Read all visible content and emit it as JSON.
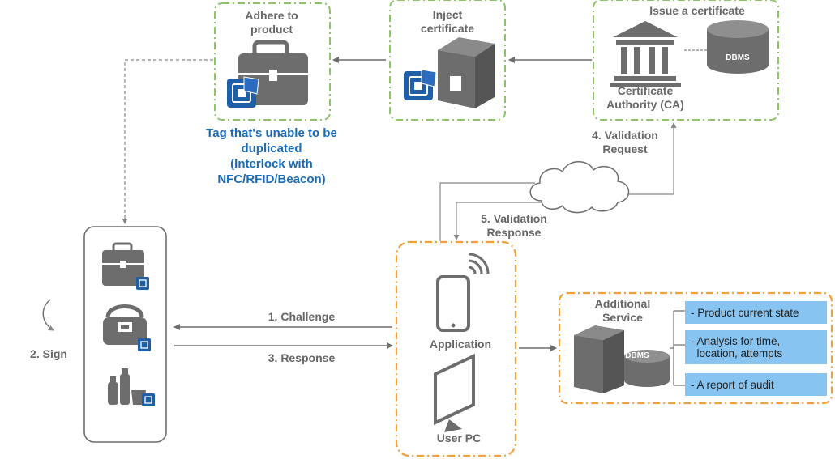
{
  "nodes": {
    "adhere": "Adhere to\nproduct",
    "inject": "Inject\ncertificate",
    "issue": "Issue a certificate",
    "ca": "Certificate\nAuthority  (CA)",
    "dbms_top": "DBMS",
    "tag_note": "Tag that's unable to be\nduplicated\n(Interlock with\nNFC/RFID/Beacon)",
    "application": "Application",
    "user_pc": "User PC",
    "additional_service": "Additional\nService",
    "dbms_service": "DBMS"
  },
  "steps": {
    "sign": "2. Sign",
    "challenge": "1. Challenge",
    "response": "3. Response",
    "validation_request": "4. Validation\nRequest",
    "validation_response": "5. Validation\nResponse"
  },
  "services": [
    "- Product current state",
    "- Analysis for time,\n  location, attempts",
    "- A report of audit"
  ],
  "colors": {
    "green_border": "#8dc46a",
    "orange_border": "#f0a03c",
    "gray": "#6d6d6d",
    "chip_blue": "#1f5fa8",
    "service_blue": "#88c4f2",
    "note_blue": "#1a6ab5"
  }
}
